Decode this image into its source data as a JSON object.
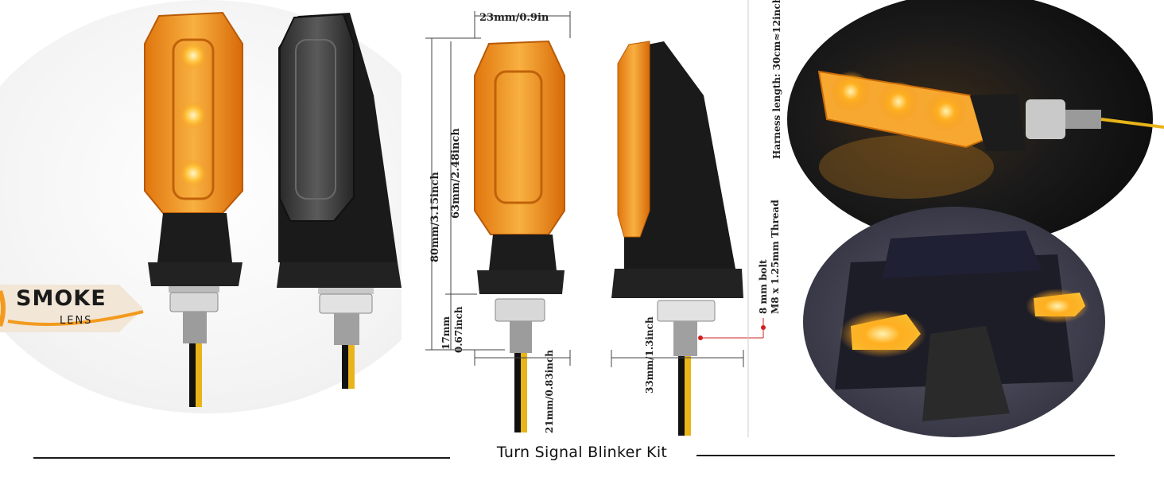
{
  "badge": {
    "title": "SMOKE",
    "subtitle": "LENS"
  },
  "dimensions": {
    "width": "23mm/0.9in",
    "total_height": "80mm/3.15inch",
    "lens_height": "63mm/2.48inch",
    "base_height_mm": "17mm",
    "base_height_in": "0.67inch",
    "base_width": "21mm/0.83inch",
    "side_base_width": "33mm/1.3inch",
    "harness": "Harness length:  30cm≈12inch",
    "bolt": "8 mm bolt",
    "thread": "M8 x 1.25mm Thread"
  },
  "caption": "Turn Signal Blinker Kit",
  "colors": {
    "amber": "#f39a1e",
    "smoke": "#3a3a3a",
    "body": "#1c1c1c"
  }
}
